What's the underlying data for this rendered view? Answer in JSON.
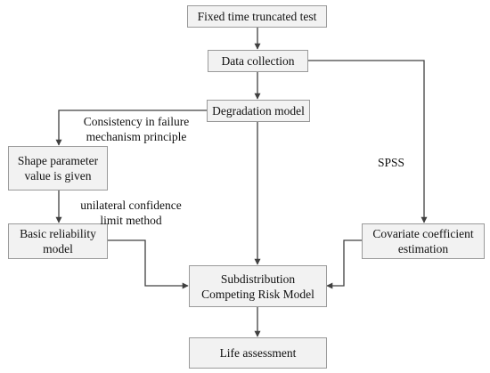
{
  "nodes": {
    "fixed_time_test": "Fixed time truncated test",
    "data_collection": "Data collection",
    "degradation_model": "Degradation model",
    "shape_parameter": [
      "Shape parameter",
      "value is given"
    ],
    "basic_reliability": [
      "Basic reliability",
      "model"
    ],
    "covariate_estimation": [
      "Covariate coefficient",
      "estimation"
    ],
    "subdistribution": [
      "Subdistribution",
      "Competing Risk Model"
    ],
    "life_assessment": "Life assessment"
  },
  "edge_labels": {
    "consistency": [
      "Consistency in failure",
      "mechanism principle"
    ],
    "unilateral": [
      "unilateral confidence",
      "limit method"
    ],
    "spss": "SPSS"
  },
  "colors": {
    "box_fill": "#f2f2f2",
    "box_border": "#9a9a9a",
    "line": "#404040"
  }
}
